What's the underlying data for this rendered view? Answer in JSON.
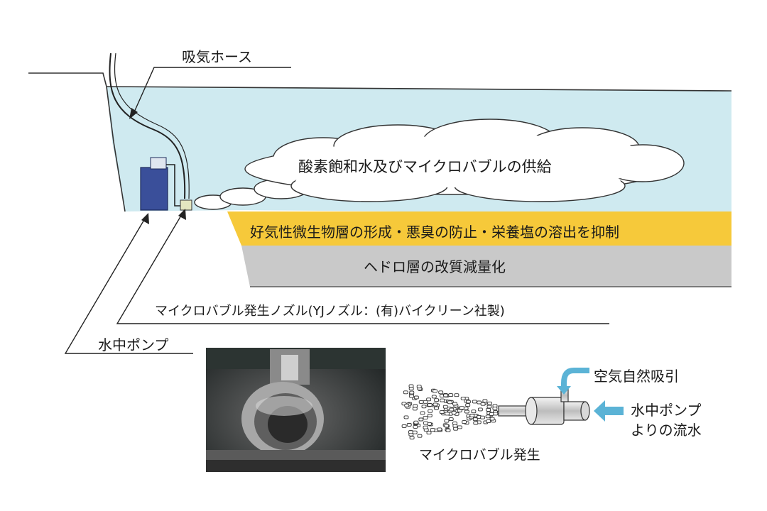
{
  "labels": {
    "intake_hose": "吸気ホース",
    "supply": "酸素飽和水及びマイクロバブルの供給",
    "aerobic_layer": "好気性微生物層の形成・悪臭の防止・栄養塩の溶出を抑制",
    "sludge_layer": "ヘドロ層の改質減量化",
    "nozzle": "マイクロバブル発生ノズル(YJノズル：(有)バイクリーン社製)",
    "pump": "水中ポンプ",
    "bubble_generation": "マイクロバブル発生",
    "air_intake": "空気自然吸引",
    "pump_flow_line1": "水中ポンプ",
    "pump_flow_line2": "よりの流水"
  },
  "colors": {
    "water": "#cfeaf0",
    "aerobic_layer": "#f6c93a",
    "sludge_layer": "#c9c9c9",
    "pump_body": "#3a4f9a",
    "cloud_fill": "#ffffff",
    "air_arrow": "#5bb3d6"
  }
}
